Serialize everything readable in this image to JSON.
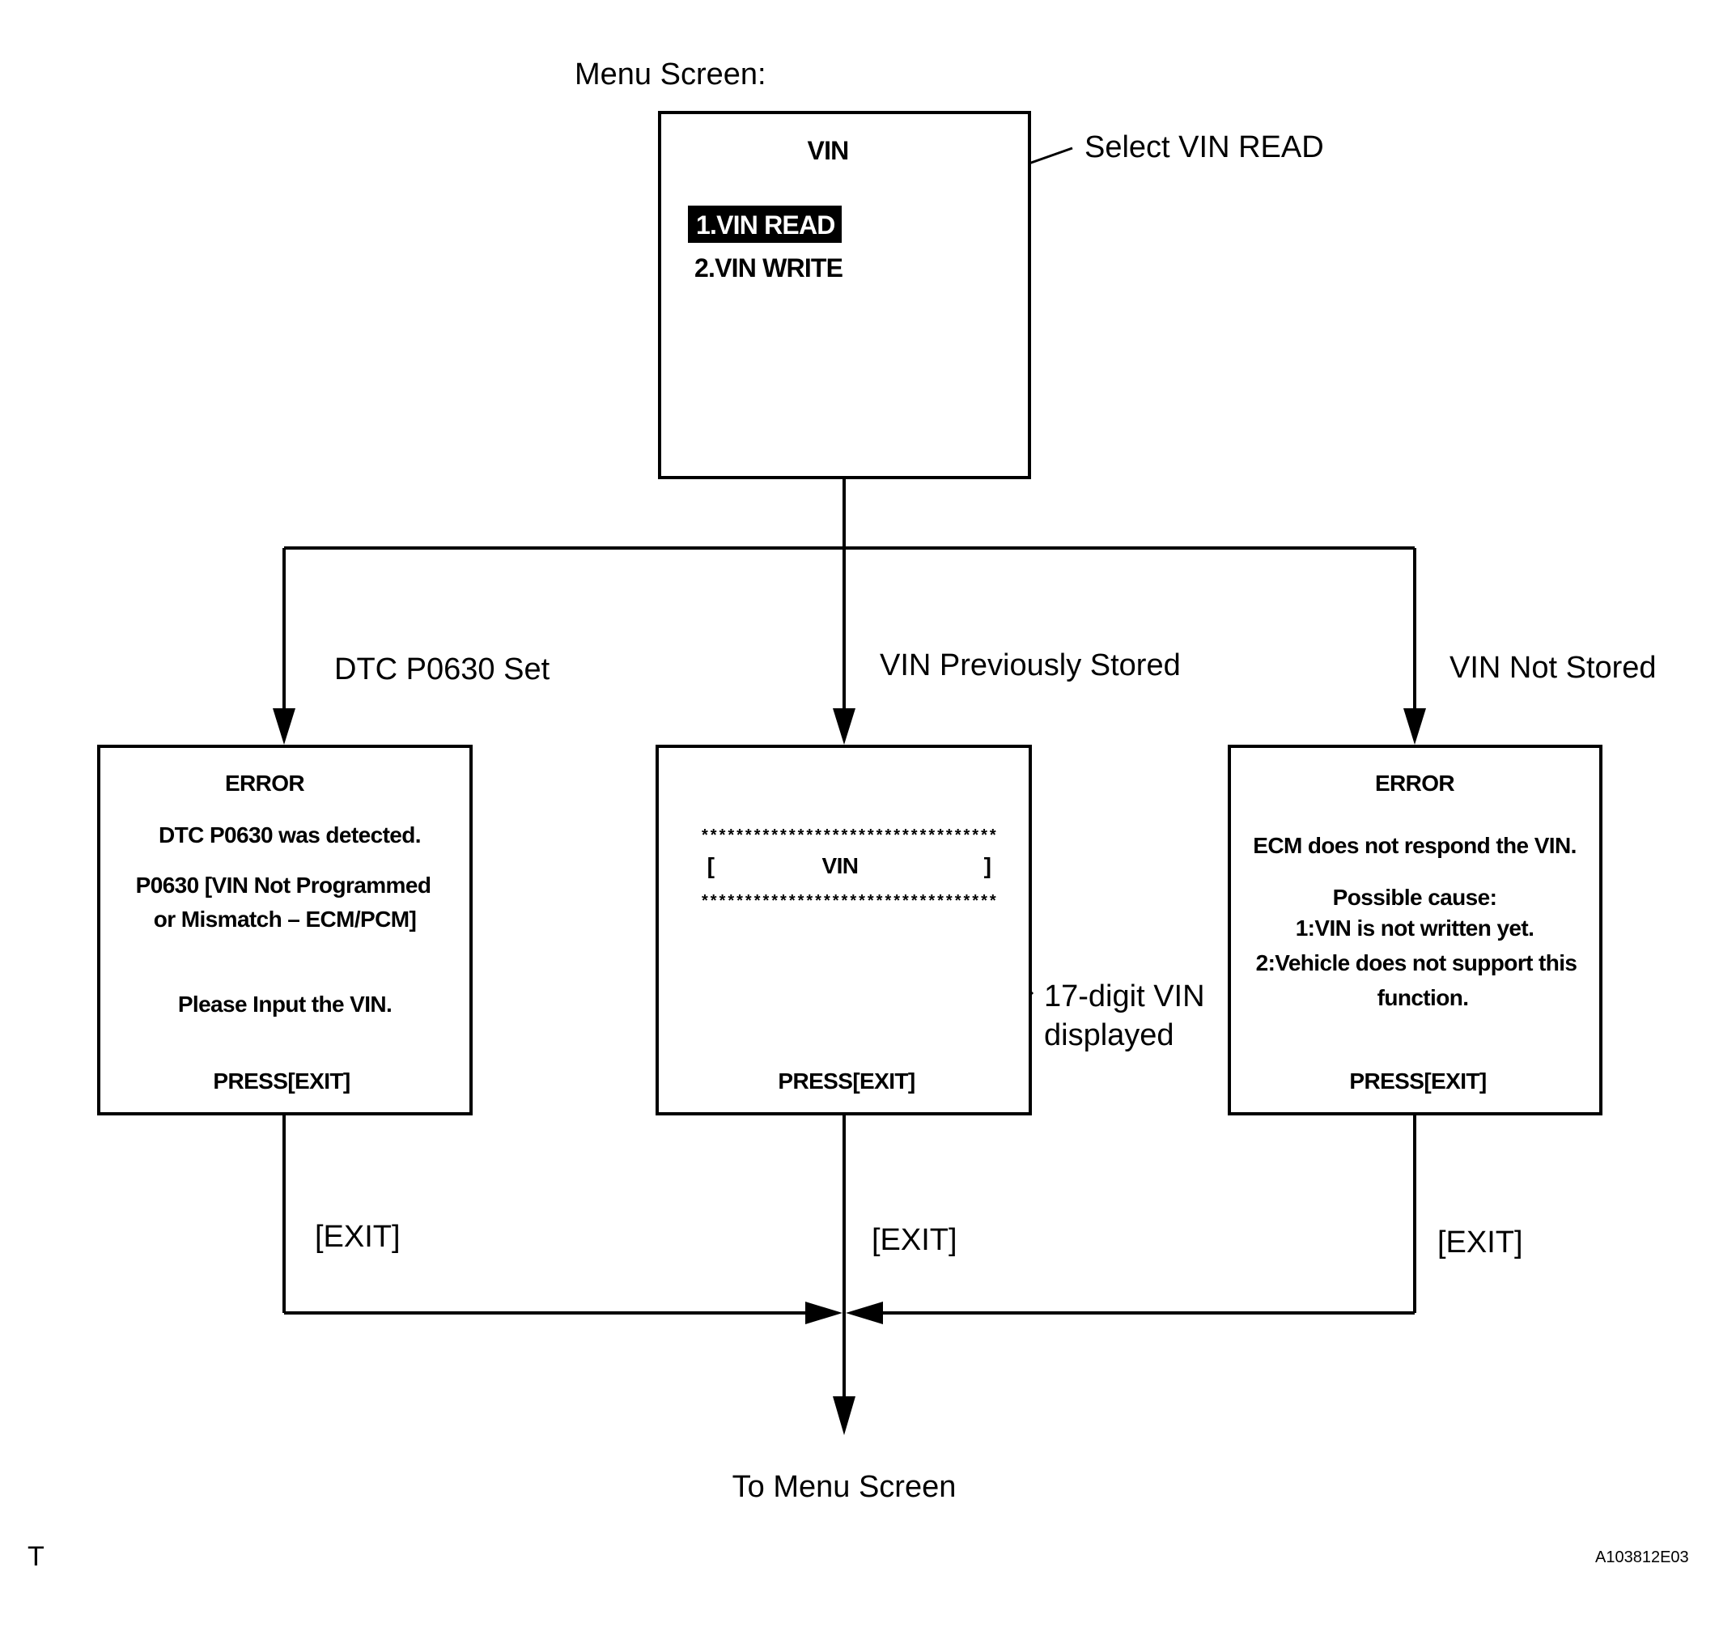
{
  "menu_screen_label": "Menu Screen:",
  "menu_box": {
    "title": "VIN",
    "items": [
      {
        "label": "1.VIN READ",
        "selected": true
      },
      {
        "label": "2.VIN WRITE",
        "selected": false
      }
    ]
  },
  "callout_select": "Select VIN READ",
  "branches": [
    {
      "condition": "DTC P0630 Set",
      "screen": {
        "title": "ERROR",
        "lines": [
          "DTC P0630 was detected.",
          "P0630  [VIN Not Programmed",
          "or Mismatch – ECM/PCM]",
          "Please Input the VIN."
        ],
        "footer": "PRESS[EXIT]"
      },
      "exit_label": "[EXIT]"
    },
    {
      "condition": "VIN Previously Stored",
      "screen": {
        "stars": "**********************************",
        "bracket_left": "[",
        "vin": "VIN",
        "bracket_right": "]",
        "footer": "PRESS[EXIT]"
      },
      "callout": [
        "17-digit VIN",
        "displayed"
      ],
      "exit_label": "[EXIT]"
    },
    {
      "condition": "VIN Not Stored",
      "screen": {
        "title": "ERROR",
        "lines": [
          "ECM does not respond the VIN.",
          "Possible cause:",
          "1:VIN is not written yet.",
          "2:Vehicle does not support this",
          "function."
        ],
        "footer": "PRESS[EXIT]"
      },
      "exit_label": "[EXIT]"
    }
  ],
  "return_label": "To Menu Screen",
  "corner_mark": "T",
  "figure_id": "A103812E03"
}
